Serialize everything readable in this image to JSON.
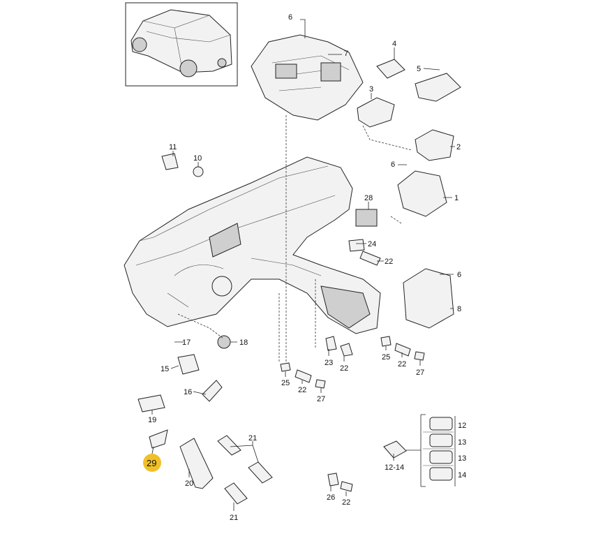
{
  "diagram": {
    "highlight_color": "#f0c02a",
    "callouts": [
      "6",
      "7",
      "4",
      "5",
      "3",
      "2",
      "6",
      "1",
      "11",
      "10",
      "28",
      "24",
      "22",
      "6",
      "8",
      "17",
      "18",
      "15",
      "16",
      "23",
      "22",
      "25",
      "22",
      "27",
      "25",
      "22",
      "27",
      "19",
      "29",
      "20",
      "21",
      "21",
      "12",
      "13",
      "13",
      "14",
      "12-14",
      "26",
      "22"
    ],
    "highlighted_callout": "29"
  }
}
